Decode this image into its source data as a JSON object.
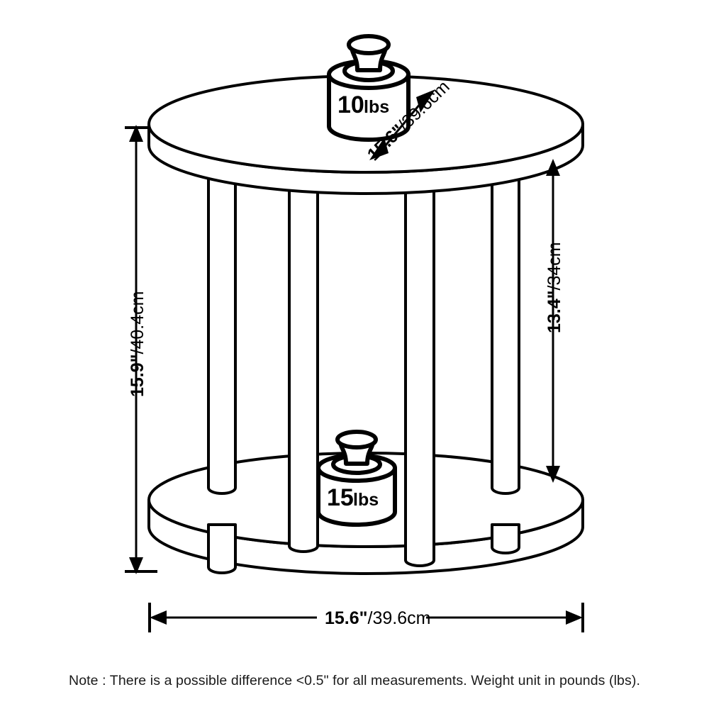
{
  "product": {
    "type": "round-end-table-2-tier",
    "shape": "round"
  },
  "dimensions": {
    "overall_height": {
      "label": "15.9\"/40.4cm",
      "inches_part": "15.9\"",
      "metric_part": "/40.4cm",
      "orientation": "vertical-left",
      "name": "overall-height"
    },
    "shelf_clearance_height": {
      "label": "13.4\"/34cm",
      "inches_part": "13.4\"",
      "metric_part": "/34cm",
      "orientation": "vertical-right",
      "name": "top-to-shelf-height"
    },
    "top_diameter": {
      "label": "15.6\"/39.6cm",
      "inches_part": "15.6\"",
      "metric_part": "/39.6cm",
      "orientation": "diagonal-on-top",
      "name": "tabletop-diameter"
    },
    "base_width": {
      "label": "15.6\"/39.6cm",
      "inches_part": "15.6\"",
      "metric_part": "/39.6cm",
      "orientation": "horizontal-bottom",
      "name": "overall-width"
    }
  },
  "weights": {
    "top_shelf": {
      "value": "10",
      "unit": "lbs",
      "full": "10lbs",
      "location": "tabletop"
    },
    "bottom_shelf": {
      "value": "15",
      "unit": "lbs",
      "full": "15lbs",
      "location": "lower-shelf"
    }
  },
  "note": {
    "text": "Note : There is a possible difference <0.5\" for all measurements. Weight unit in pounds (lbs)."
  },
  "colors": {
    "line": "#000000",
    "fill": "#ffffff",
    "background": "#ffffff"
  }
}
